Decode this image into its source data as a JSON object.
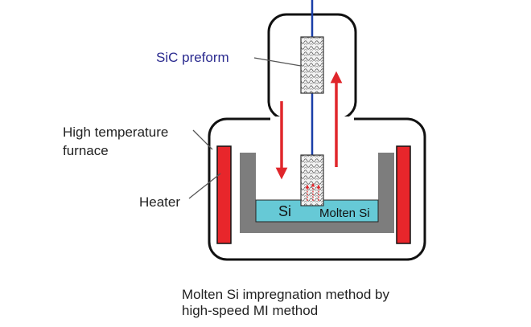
{
  "labels": {
    "sic_preform": "SiC preform",
    "furnace_line1": "High temperature",
    "furnace_line2": "furnace",
    "heater": "Heater",
    "si": "Si",
    "molten_si": "Molten Si"
  },
  "caption": {
    "line1": "Molten Si impregnation method by",
    "line2": "high-speed MI method"
  },
  "colors": {
    "outline": "#111111",
    "heater": "#e8262b",
    "arrow": "#e0262b",
    "crucible_wall": "#7d7d7d",
    "molten_si": "#66c9d6",
    "rod": "#1a3fa8",
    "sic_label": "#2a2a8f"
  }
}
